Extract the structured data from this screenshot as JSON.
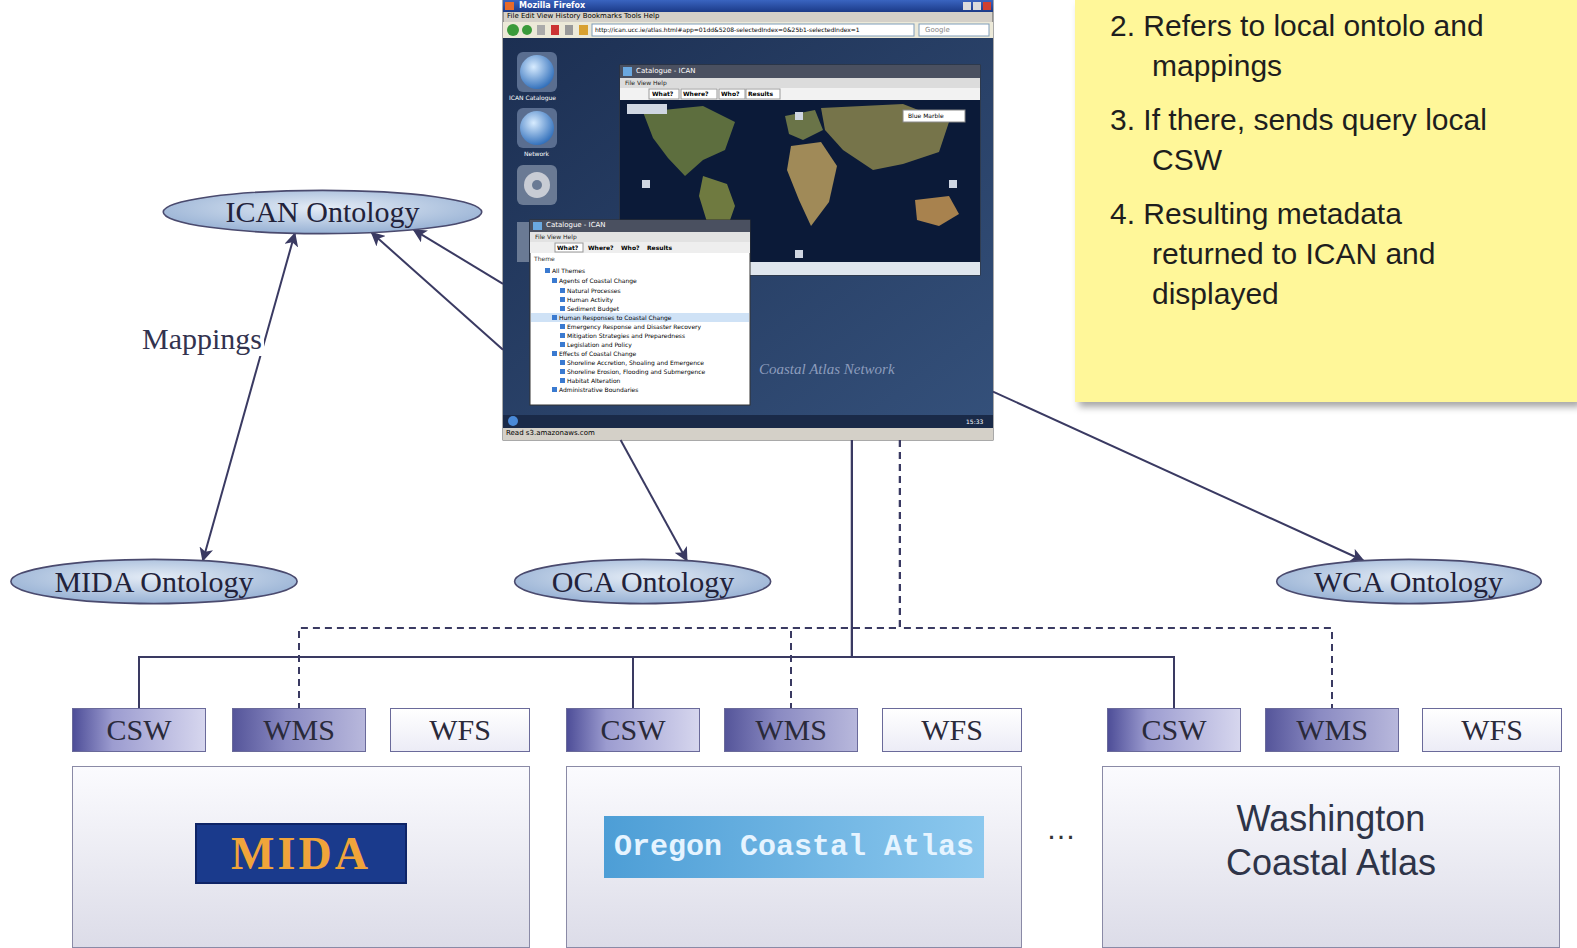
{
  "diagram": {
    "nodes": [
      {
        "text": [
          "2. Refers to local ontolo and mappings",
          "3. If there, sends query local CSW",
          "4. Resulting metadata returned to ICAN and displayed"
        ]
      },
      {
        "text": [
          "Mozilla Firefox",
          "File Edit View History Bookmarks Tools Help",
          "http://ican.ucc.ie/atlas.html#app=01dd&5208-selectedIndex=0&25b1-selectedIndex=1",
          "Google",
          "ICAN Catalogue",
          "Network",
          "Catalogue - ICAN",
          "File View Help",
          "What?",
          "Where?",
          "Who?",
          "Results",
          "Blue Marble",
          "Catalogue - ICAN",
          "File View Help",
          "What?",
          "Where?",
          "Who?",
          "Results",
          "Theme",
          "All Themes",
          "Agents of Coastal Change",
          "Natural Processes",
          "Human Activity",
          "Sediment Budget",
          "Human Responses to Coastal Change",
          "Emergency Response and Disaster Recovery",
          "Mitigation Strategies and Preparedness",
          "Legislation and Policy",
          "Effects of Coastal Change",
          "Shoreline Accretion, Shoaling and Emergence",
          "Shoreline Erosion, Flooding and Submergence",
          "Habitat Alteration",
          "Administrative Boundaries",
          "Coastal Atlas Network",
          "15:33",
          "Read s3.amazonaws.com"
        ]
      },
      {
        "text": [
          "ICAN Ontology"
        ]
      },
      {
        "text": [
          "MIDA Ontology"
        ]
      },
      {
        "text": [
          "OCA Ontology"
        ]
      },
      {
        "text": [
          "WCA Ontology"
        ]
      },
      {
        "text": [
          "CSW"
        ]
      },
      {
        "text": [
          "WMS"
        ]
      },
      {
        "text": [
          "WFS"
        ]
      },
      {
        "text": [
          "CSW"
        ]
      },
      {
        "text": [
          "WMS"
        ]
      },
      {
        "text": [
          "WFS"
        ]
      },
      {
        "text": [
          "CSW"
        ]
      },
      {
        "text": [
          "WMS"
        ]
      },
      {
        "text": [
          "WFS"
        ]
      },
      {
        "text": [
          "MIDA"
        ]
      },
      {
        "text": [
          "Oregon Coastal Atlas"
        ]
      },
      {
        "text": [
          "Washington Coastal Atlas"
        ]
      }
    ],
    "edges": [
      {
        "from": 1,
        "to": 2,
        "arrow": "to"
      },
      {
        "from": 1,
        "to": 2,
        "arrow": "to"
      },
      {
        "from": 2,
        "to": 3,
        "label": "Mappings",
        "arrow": "both"
      },
      {
        "from": 1,
        "to": 4,
        "arrow": "to"
      },
      {
        "from": 1,
        "to": 5,
        "arrow": "to"
      },
      {
        "from": 1,
        "to": 6,
        "arrow": "none"
      },
      {
        "from": 1,
        "to": 9,
        "arrow": "none"
      },
      {
        "from": 1,
        "to": 12,
        "arrow": "none"
      },
      {
        "from": 1,
        "to": 7,
        "arrow": "none"
      },
      {
        "from": 1,
        "to": 10,
        "arrow": "none"
      },
      {
        "from": 1,
        "to": 13,
        "arrow": "none"
      }
    ],
    "labels": [
      "…"
    ]
  }
}
